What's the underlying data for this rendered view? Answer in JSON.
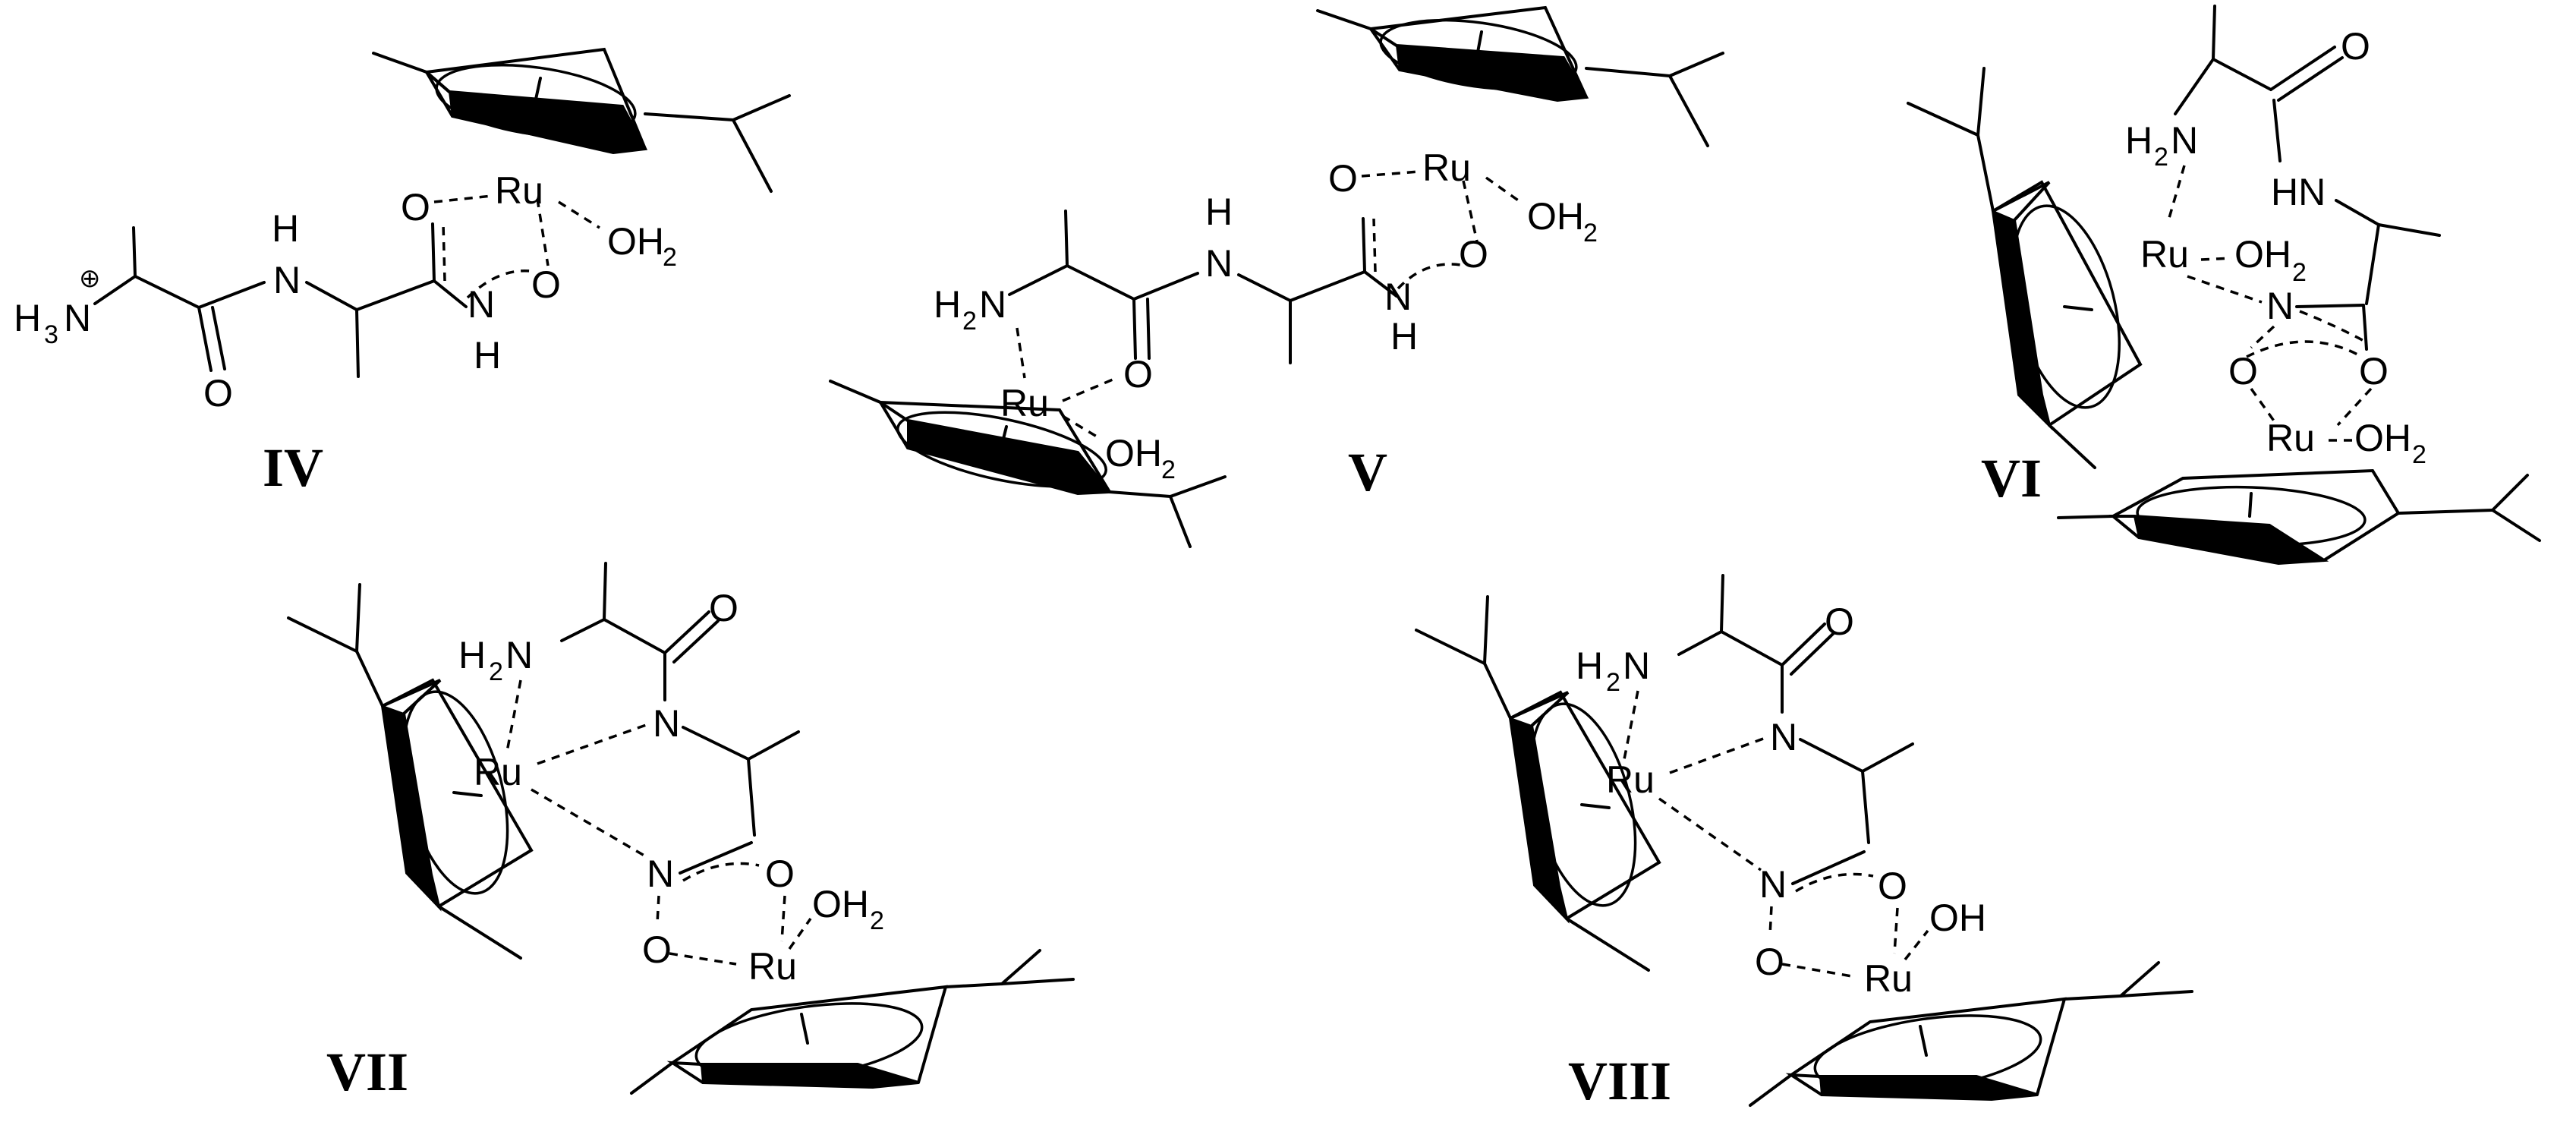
{
  "figure": {
    "compounds": [
      {
        "label": "IV",
        "atoms": {
          "plus": "⊕",
          "h3n_h": "H",
          "h3n_3": "3",
          "h3n_n": "N",
          "c_o": "O",
          "nh1_h": "H",
          "nh1_n": "N",
          "ox1": "O",
          "ru": "Ru",
          "ox2": "O",
          "nh2_n": "N",
          "nh2_h": "H",
          "oh2_o": "OH",
          "oh2_2": "2"
        }
      },
      {
        "label": "V",
        "atoms": {
          "h2n_h": "H",
          "h2n_2": "2",
          "h2n_n": "N",
          "co": "O",
          "nh1_h": "H",
          "nh1_n": "N",
          "ox1": "O",
          "ru1": "Ru",
          "ox2": "O",
          "nh2_n": "N",
          "nh2_h": "H",
          "oh2a_o": "OH",
          "oh2a_2": "2",
          "ru2": "Ru",
          "oh2b_o": "OH",
          "oh2b_2": "2"
        }
      },
      {
        "label": "VI",
        "atoms": {
          "o_top": "O",
          "h2n_h": "H",
          "h2n_2": "2",
          "h2n_n": "N",
          "hn": "HN",
          "ru1": "Ru",
          "oh2a_o": "OH",
          "oh2a_2": "2",
          "n": "N",
          "o_l": "O",
          "o_r": "O",
          "ru2": "Ru",
          "oh2b_o": "OH",
          "oh2b_2": "2"
        }
      },
      {
        "label": "VII",
        "atoms": {
          "o_top": "O",
          "h2n_h": "H",
          "h2n_2": "2",
          "h2n_n": "N",
          "n_mid": "N",
          "ru1": "Ru",
          "n_low": "N",
          "o_r": "O",
          "o_l": "O",
          "oh2_o": "OH",
          "oh2_2": "2",
          "ru2": "Ru"
        }
      },
      {
        "label": "VIII",
        "atoms": {
          "o_top": "O",
          "h2n_h": "H",
          "h2n_2": "2",
          "h2n_n": "N",
          "n_mid": "N",
          "ru1": "Ru",
          "n_low": "N",
          "o_r": "O",
          "o_l": "O",
          "oh": "OH",
          "ru2": "Ru"
        }
      }
    ]
  }
}
